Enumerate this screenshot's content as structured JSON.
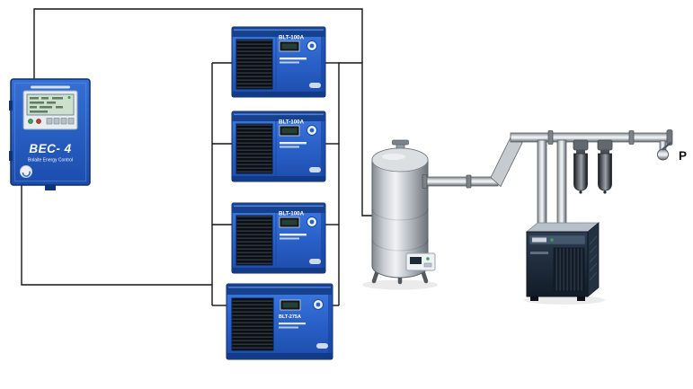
{
  "controller": {
    "model": "BEC- 4",
    "subtitle": "Bolaite Energy Control"
  },
  "compressors": [
    {
      "model": "BLT-100A"
    },
    {
      "model": "BLT-100A"
    },
    {
      "model": "BLT-100A"
    },
    {
      "model": "BLT-275A"
    }
  ],
  "pressure_point": {
    "label": "P"
  },
  "colors": {
    "cabinet_blue": "#2a61c9",
    "cabinet_blue_dark": "#16418f",
    "wire_black": "#141414",
    "pipe_gray": "#c6cbcf",
    "tank_silver": "#dcdfe2",
    "dryer_navy": "#1b2836"
  }
}
